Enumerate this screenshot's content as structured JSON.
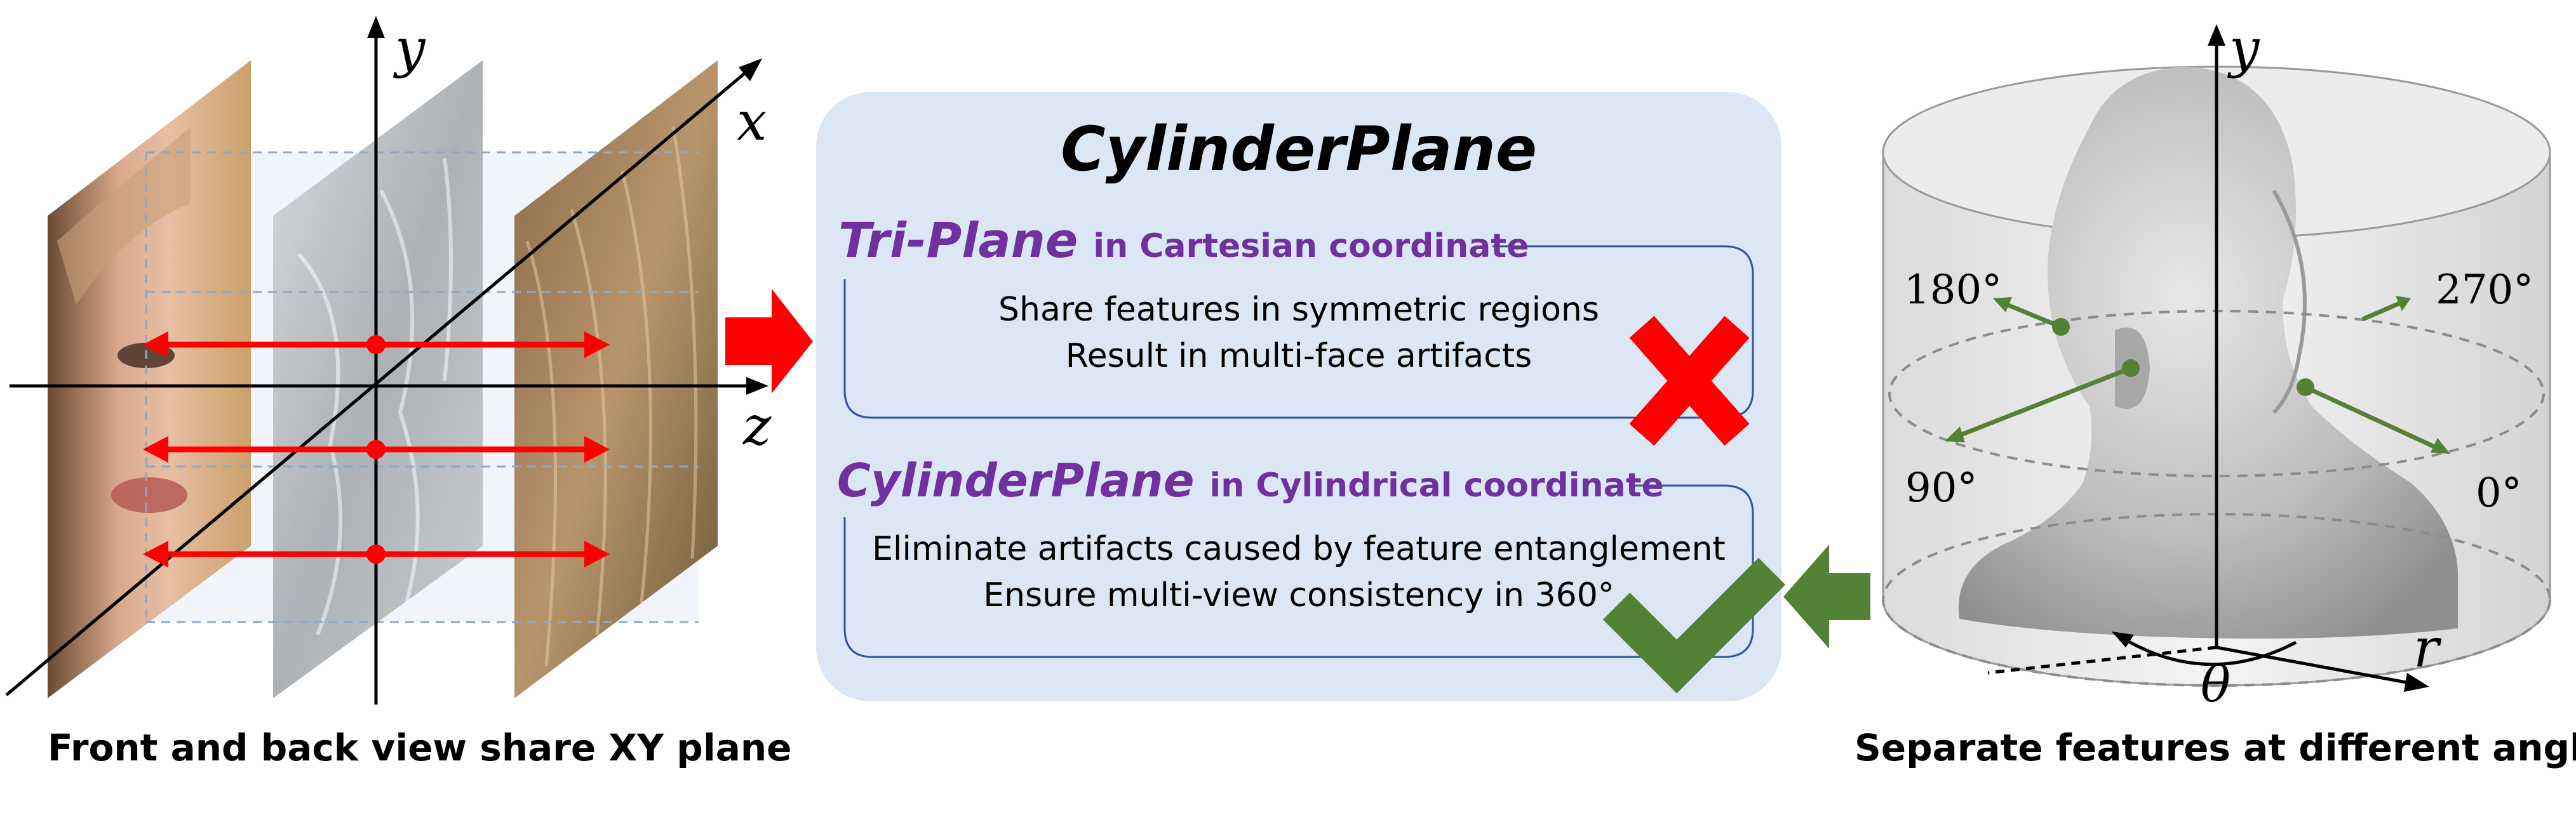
{
  "colors": {
    "panel_bg": "#dbe7f4",
    "purple": "#7030a0",
    "red": "#ff0000",
    "green": "#538135",
    "axis": "#000000",
    "dash": "#8ea9c8"
  },
  "left": {
    "axis_y": "y",
    "axis_x": "x",
    "axis_z": "z",
    "caption": "Front and back view share XY plane"
  },
  "center": {
    "title": "CylinderPlane",
    "box1": {
      "name": "Tri-Plane",
      "suffix": "in Cartesian coordinate",
      "line1": "Share features in symmetric regions",
      "line2": "Result in multi-face artifacts"
    },
    "box2": {
      "name": "CylinderPlane",
      "suffix": "in Cylindrical coordinate",
      "line1": "Eliminate artifacts caused by feature entanglement",
      "line2": "Ensure multi-view consistency in 360°"
    }
  },
  "right": {
    "axis_y": "y",
    "axis_r": "r",
    "angle_symbol": "θ",
    "angle_180": "180°",
    "angle_270": "270°",
    "angle_90": "90°",
    "angle_0": "0°",
    "caption": "Separate features at different angles"
  }
}
